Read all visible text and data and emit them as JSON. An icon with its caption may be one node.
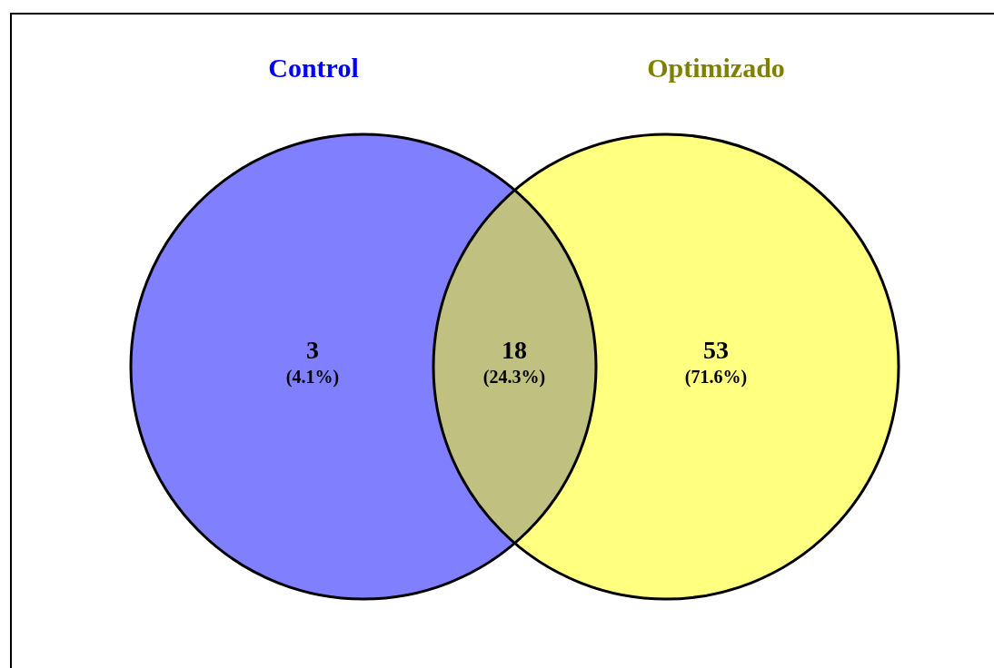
{
  "diagram": {
    "nodes": [
      {
        "text": [
          "Control",
          "3",
          "(4.1%)"
        ]
      },
      {
        "text": [
          "Optimizado",
          "53",
          "(71.6%)"
        ]
      }
    ],
    "labels": [
      "18",
      "(24.3%)"
    ]
  }
}
